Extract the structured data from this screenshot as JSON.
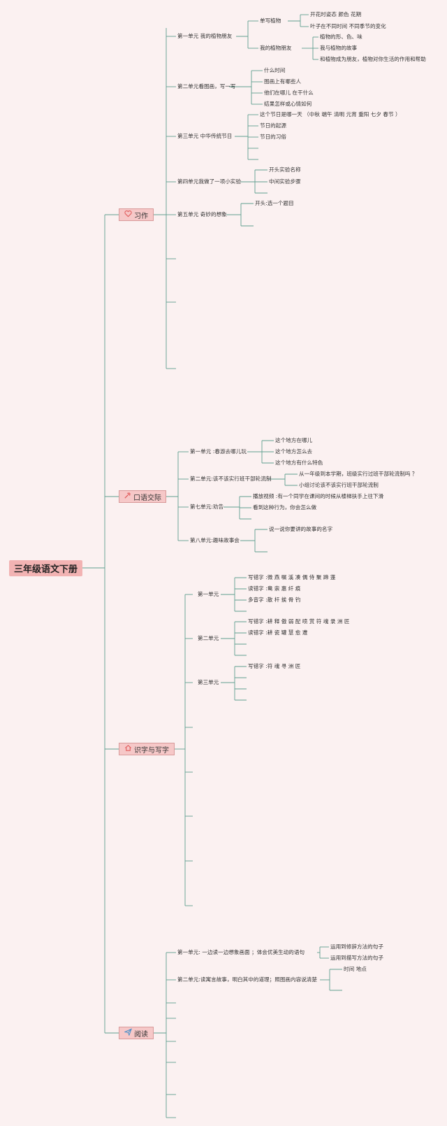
{
  "root": "三年级语文下册",
  "branches": {
    "xizuo": "习作",
    "kouyu": "口语交际",
    "shizi": "识字与写字",
    "yuedu": "阅读"
  },
  "icons": {
    "xizuo": "heart-icon",
    "kouyu": "tools-icon",
    "shizi": "home-icon",
    "yuedu": "paper-plane-icon"
  },
  "xizuo": {
    "u1": "第一单元 我的植物朋友",
    "u1a": "单写植物",
    "u1a1": "开花时姿态 颜色 花期",
    "u1a2": "叶子在不同时间 不同季节的变化",
    "u1b": "我的植物朋友",
    "u1b1": "植物的形、色、味",
    "u1b2": "我与植物的故事",
    "u1b3": "和植物成为朋友，植物对你生活的作用和帮助",
    "u2": "第二单元看图画，写一写",
    "u2a": "什么时间",
    "u2b": "图画上有哪些人",
    "u2c": "他们在哪儿 在干什么",
    "u2d": "结果怎样或心情如何",
    "u3": "第三单元 中华传统节日",
    "u3a": "这个节日是哪一天 （中秋 端午 清明 元宵 重阳 七夕 春节 ）",
    "u3b": "节日的起源",
    "u3c": "节日的习俗",
    "u4": "第四单元我做了一项小实验",
    "u4a": "开头实验名称",
    "u4b": "中间实验步骤",
    "u5": "第五单元 奇妙的想象",
    "u5a": "开头:选一个题目"
  },
  "kouyu": {
    "u1": "第一单元 :春游去哪儿玩",
    "u1a": "这个地方在哪儿",
    "u1b": "这个地方怎么去",
    "u1c": "这个地方有什么特色",
    "u2": "第二单元:该不该实行班干部轮流制",
    "u2a": "从一年级到本学期，班级实行过班干部轮流制吗 ？",
    "u2b": "小组讨论该不该实行班干部轮流制",
    "u7": "第七单元:劝告",
    "u7a": "播放视频 :有一个同学在课间的时候从楼梯扶手上往下滑",
    "u7b": "看到这种行为，你会怎么做",
    "u8": "第八单元:趣味故事会",
    "u8a": "说一说你要讲的故事的名字"
  },
  "shizi": {
    "u1": "第一单元",
    "u1a": "写错字 :微 燕 嘱 溪 凑 偶 侍 聚 蹄 蓬",
    "u1b": "读错字 :鸯 崇 惠 纤 痕",
    "u1c": "多音字 :散 杆 挨 骨 钓",
    "u2": "第二单元",
    "u2a": "写错字 :耕 释 傲 弱 配 喷 赏 符 魂 录 洲 匠",
    "u2b": "读错字 :耕 瓷 罐 慧 愈 遭",
    "u3": "第三单元",
    "u3a": "写错字 :符 魂 寻 洲 匠"
  },
  "yuedu": {
    "u1": "第一单元: 一边读一边想象画面 ；体会优美生动的语句",
    "u1a": "运用到修辞方法的句子",
    "u1b": "运用到描写方法的句子",
    "u2": "第二单元:读寓言故事，明白其中的道理；照图画内容说清楚",
    "u2a": "时间 地点"
  },
  "colors": {
    "background": "#fbf1f1",
    "root_fill": "#f2b3b3",
    "branch_fill": "#f6c8c8",
    "line": "#5f9e8f",
    "icon": "#e05a5a"
  }
}
